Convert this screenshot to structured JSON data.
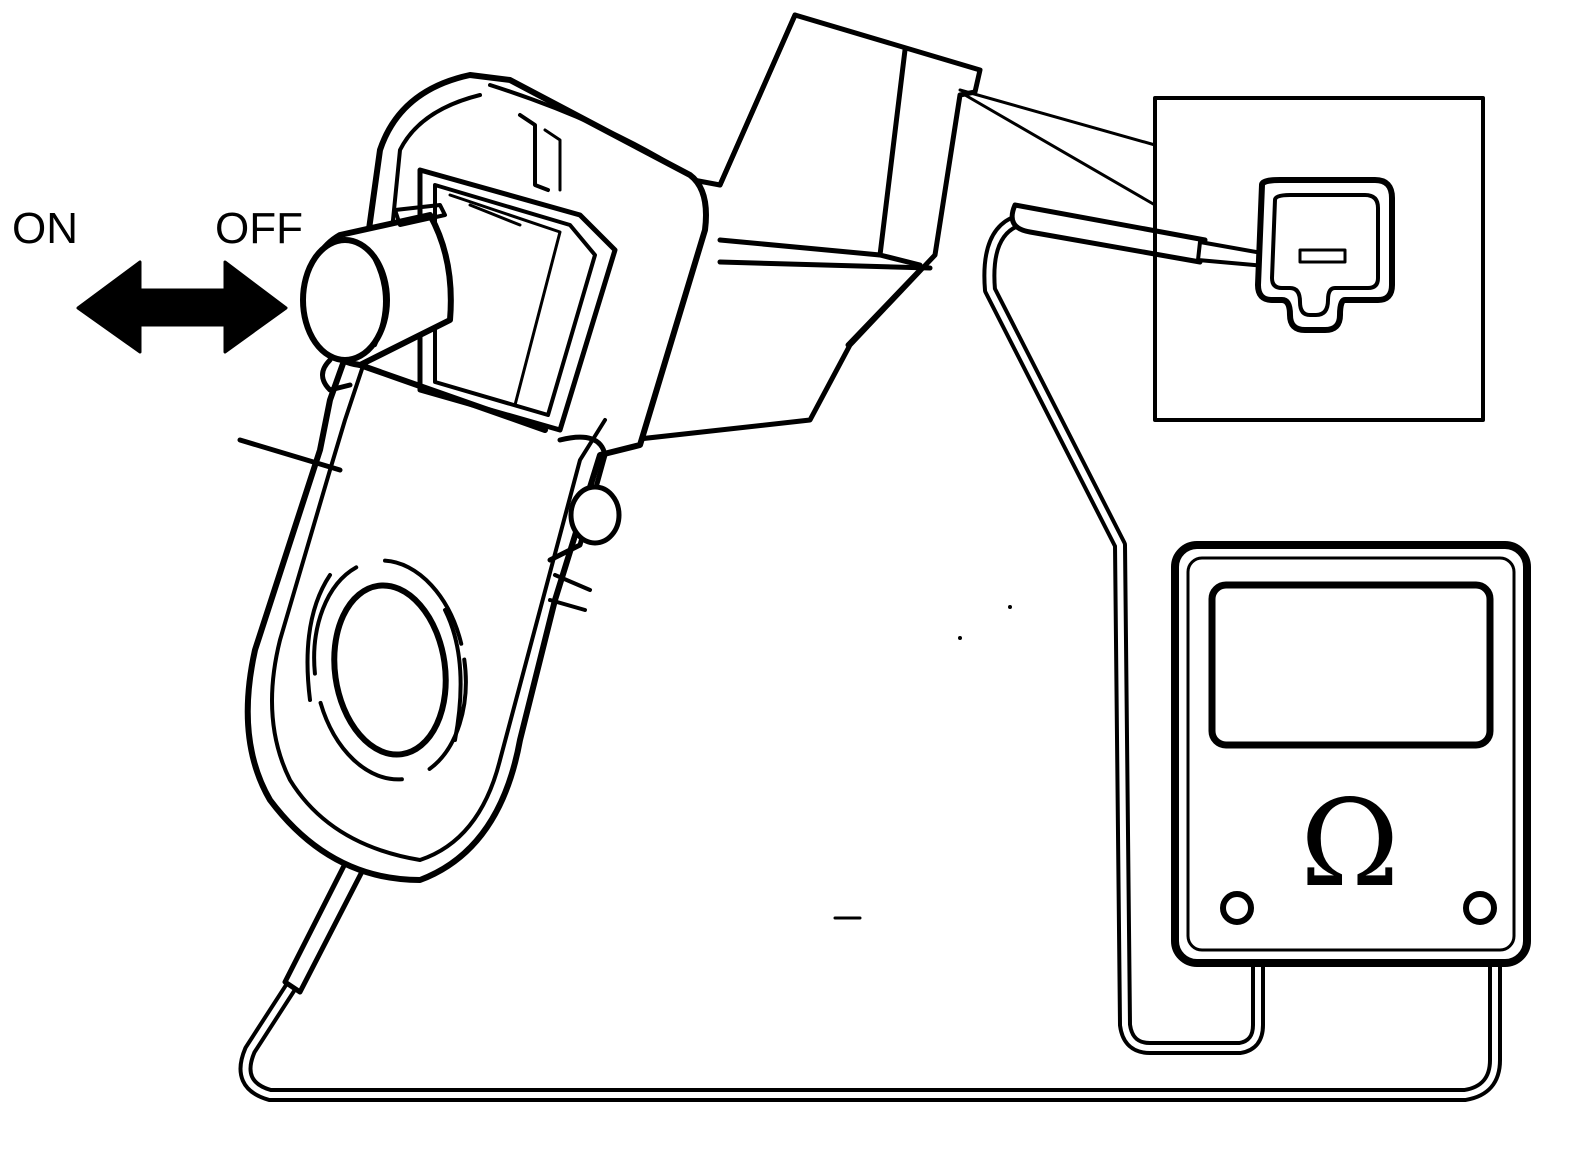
{
  "diagram": {
    "switch_labels": {
      "on": "ON",
      "off": "OFF"
    },
    "meter_symbol": "Ω",
    "colors": {
      "ink": "#000000",
      "paper": "#ffffff"
    },
    "parts": [
      "switch-assembly",
      "connector",
      "connector-detail-inset",
      "ohmmeter",
      "test-leads",
      "toggle-arrow-icon"
    ]
  }
}
